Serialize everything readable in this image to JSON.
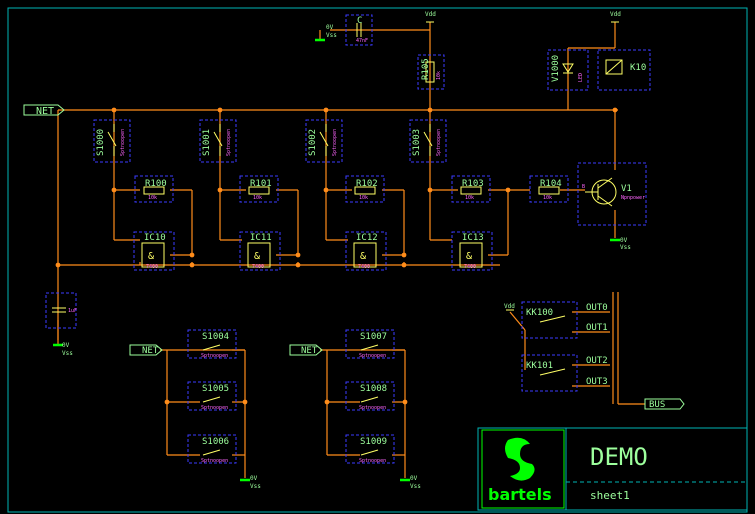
{
  "net_labels": {
    "net_top": "NET",
    "net_left": "NET",
    "net_mid": "NET",
    "bus": "BUS"
  },
  "power": {
    "vdd": "Vdd",
    "vss": "Vss",
    "zero_v": "0V"
  },
  "parts": {
    "c_top": {
      "name": "C",
      "value": "47nF"
    },
    "r105": {
      "name": "R105",
      "value": "10k"
    },
    "v1000": {
      "name": "V1000",
      "value": "LED"
    },
    "k10": {
      "name": "K10"
    },
    "v1": {
      "name": "V1",
      "value": "Npnpower"
    },
    "switches_top": [
      {
        "name": "S1000",
        "value": "Sptnoopen"
      },
      {
        "name": "S1001",
        "value": "Sptnoopen"
      },
      {
        "name": "S1002",
        "value": "Sptnoopen"
      },
      {
        "name": "S1003",
        "value": "Sptnoopen"
      }
    ],
    "resistors": [
      {
        "name": "R100",
        "value": "10k"
      },
      {
        "name": "R101",
        "value": "10k"
      },
      {
        "name": "R102",
        "value": "10k"
      },
      {
        "name": "R103",
        "value": "10k"
      },
      {
        "name": "R104",
        "value": "10k"
      }
    ],
    "gates": [
      {
        "name": "IC10",
        "value": "7400"
      },
      {
        "name": "IC11",
        "value": "7400"
      },
      {
        "name": "IC12",
        "value": "7400"
      },
      {
        "name": "IC13",
        "value": "7400"
      }
    ],
    "c_left": {
      "value": "1uF"
    },
    "switches_left": [
      {
        "name": "S1004",
        "value": "Sptnoopen"
      },
      {
        "name": "S1005",
        "value": "Sptnoopen"
      },
      {
        "name": "S1006",
        "value": "Sptnoopen"
      }
    ],
    "switches_mid": [
      {
        "name": "S1007",
        "value": "Sptnoopen"
      },
      {
        "name": "S1008",
        "value": "Sptnoopen"
      },
      {
        "name": "S1009",
        "value": "Sptnoopen"
      }
    ],
    "kk100": {
      "name": "KK100"
    },
    "kk101": {
      "name": "KK101"
    },
    "outputs": [
      "OUT0",
      "OUT1",
      "OUT2",
      "OUT3"
    ]
  },
  "title_block": {
    "logo_text": "bartels",
    "title": "DEMO",
    "sheet": "sheet1"
  },
  "colors": {
    "wire": "#ff8c1a",
    "label": "#9dff9d",
    "part_box": "#3b3bff",
    "symbol": "#ffff66",
    "value_text": "#ff66ff",
    "frame": "#00b4b4",
    "ground": "#00ff00"
  }
}
